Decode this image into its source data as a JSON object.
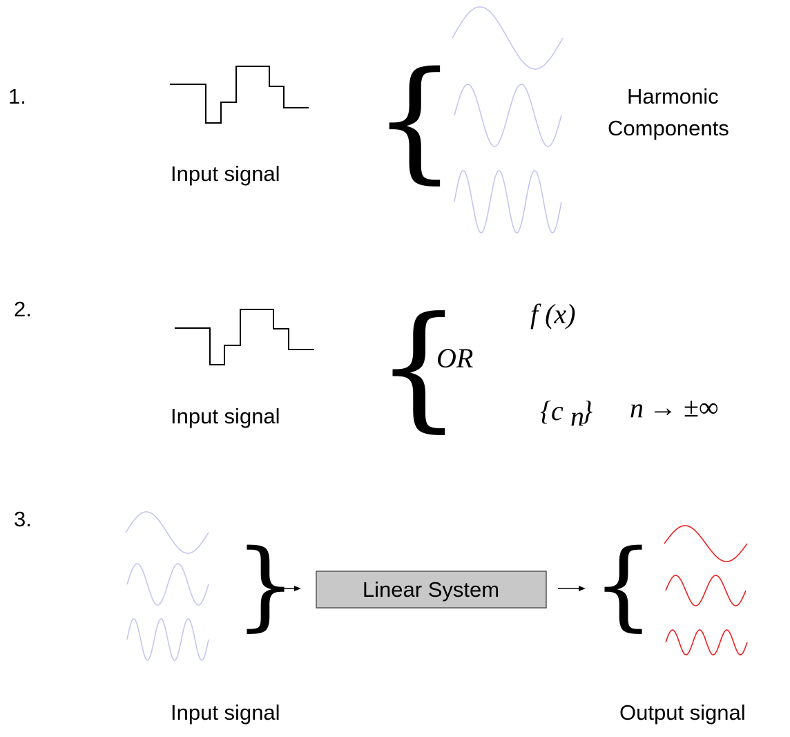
{
  "colors": {
    "input_wave": "#c4c6f2",
    "output_wave": "#ee2222",
    "box_fill": "#c8c8c8"
  },
  "panel1": {
    "number": "1.",
    "input_label": "Input signal",
    "components_label_line1": "Harmonic",
    "components_label_line2": "Components"
  },
  "panel2": {
    "number": "2.",
    "input_label": "Input signal",
    "or_text": "OR",
    "function_text": "f (x)",
    "coeff_text": "{c",
    "coeff_sub": "n",
    "coeff_close": "}",
    "limit_var": "n",
    "limit_arrow": "→",
    "limit_value": "±∞"
  },
  "panel3": {
    "number": "3.",
    "input_label": "Input signal",
    "box_label": "Linear System",
    "output_label": "Output signal"
  },
  "glyphs": {
    "left_brace": "{",
    "right_brace": "}"
  }
}
